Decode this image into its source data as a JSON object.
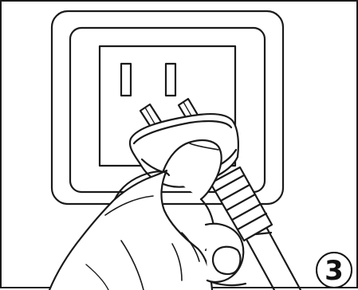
{
  "figure": {
    "step_number": "3",
    "icons": [
      "wall-outlet",
      "power-plug",
      "hand",
      "power-cord"
    ],
    "colors": {
      "line": "#1a1a1a",
      "background": "#ffffff"
    }
  }
}
